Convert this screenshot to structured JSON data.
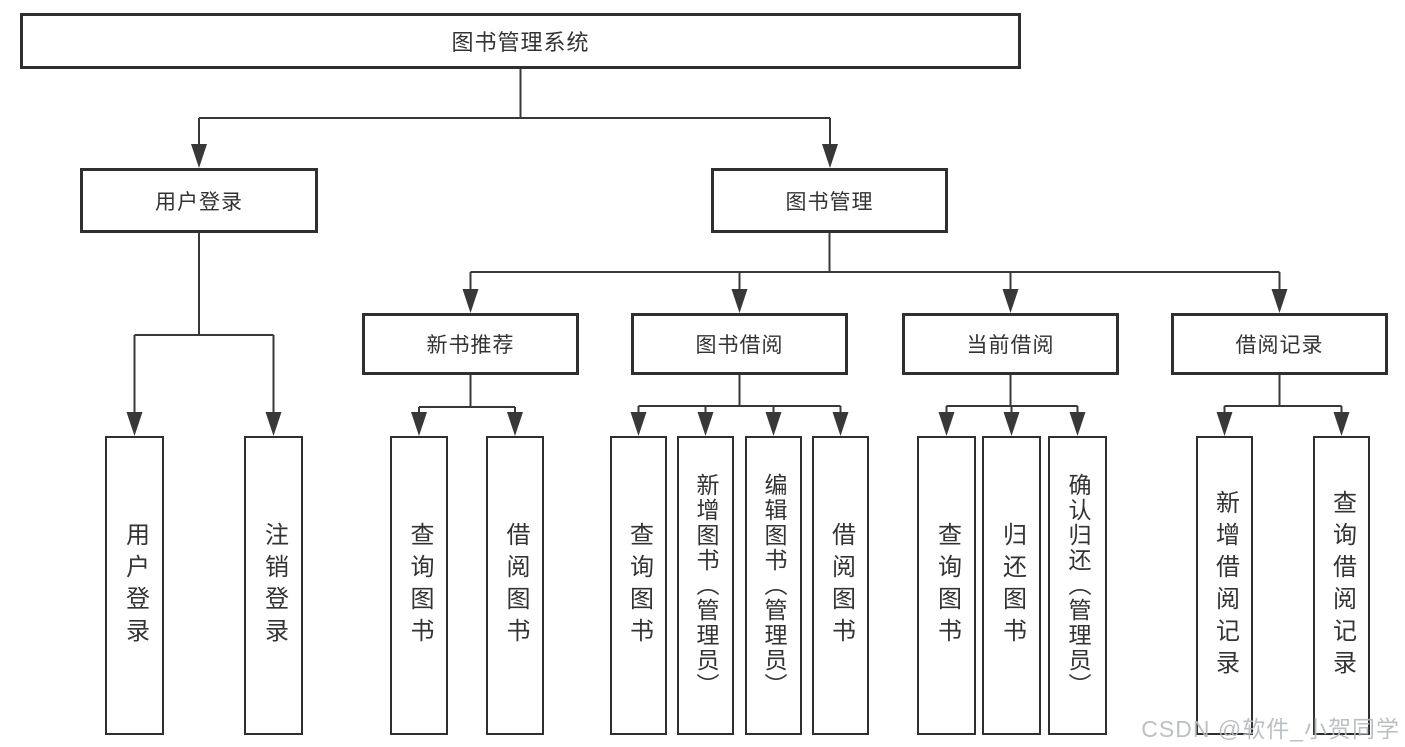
{
  "tree": {
    "root": {
      "label": "图书管理系统"
    },
    "branches": [
      {
        "label": "用户登录",
        "children": [
          {
            "label": "用户登录"
          },
          {
            "label": "注销登录"
          }
        ]
      },
      {
        "label": "图书管理",
        "children": [
          {
            "label": "新书推荐",
            "children": [
              {
                "label": "查询图书"
              },
              {
                "label": "借阅图书"
              }
            ]
          },
          {
            "label": "图书借阅",
            "children": [
              {
                "label": "查询图书"
              },
              {
                "label": "新增图书（管理员）"
              },
              {
                "label": "编辑图书（管理员）"
              },
              {
                "label": "借阅图书"
              }
            ]
          },
          {
            "label": "当前借阅",
            "children": [
              {
                "label": "查询图书"
              },
              {
                "label": "归还图书"
              },
              {
                "label": "确认归还（管理员）"
              }
            ]
          },
          {
            "label": "借阅记录",
            "children": [
              {
                "label": "新增借阅记录"
              },
              {
                "label": "查询借阅记录"
              }
            ]
          }
        ]
      }
    ]
  },
  "watermark": "CSDN @软件_小贺同学",
  "colors": {
    "line": "#383838",
    "box_border": "#2f2f2f",
    "text": "#333333",
    "watermark": "#b7bbbe",
    "background": "#ffffff"
  }
}
